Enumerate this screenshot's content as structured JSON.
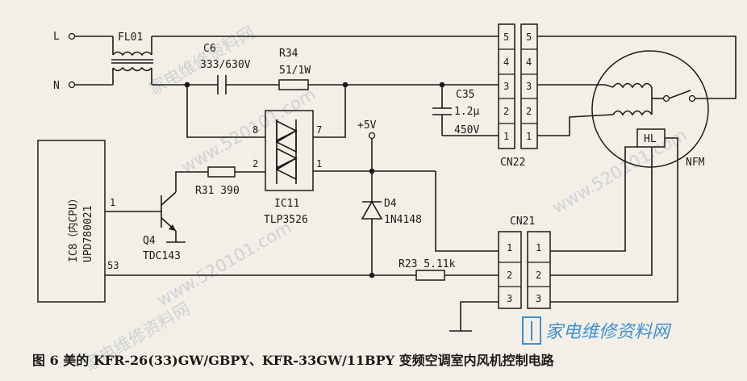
{
  "terminals": {
    "l": "L",
    "n": "N"
  },
  "components": {
    "fl01": "FL01",
    "c6_name": "C6",
    "c6_value": "333/630V",
    "r34_name": "R34",
    "r34_value": "51/1W",
    "c35_name": "C35",
    "c35_value": "1.2μ",
    "c35_voltage": "450V",
    "ic11_name": "IC11",
    "ic11_part": "TLP3526",
    "ic11_pin8": "8",
    "ic11_pin7": "7",
    "ic11_pin2": "2",
    "ic11_pin1": "1",
    "vcc": "+5V",
    "d4_name": "D4",
    "d4_part": "1N4148",
    "r31": "R31 390",
    "r23": "R23 5.11k",
    "q4_name": "Q4",
    "q4_part": "TDC143",
    "ic8_line1": "IC8（内CPU）",
    "ic8_line2": "UPD780021",
    "ic8_pin1": "1",
    "ic8_pin53": "53",
    "cn22": "CN22",
    "cn21": "CN21",
    "motor": "NFM",
    "hall": "HL"
  },
  "cn22_pins": [
    "5",
    "4",
    "3",
    "2",
    "1"
  ],
  "cn21_pins": [
    "1",
    "2",
    "3"
  ],
  "watermarks": [
    "家电维修资料网",
    "www.520101.com"
  ],
  "logo_text": "家电维修资料网",
  "caption": "图 6  美的 KFR-26(33)GW/GBPY、KFR-33GW/11BPY 变频空调室内风机控制电路"
}
